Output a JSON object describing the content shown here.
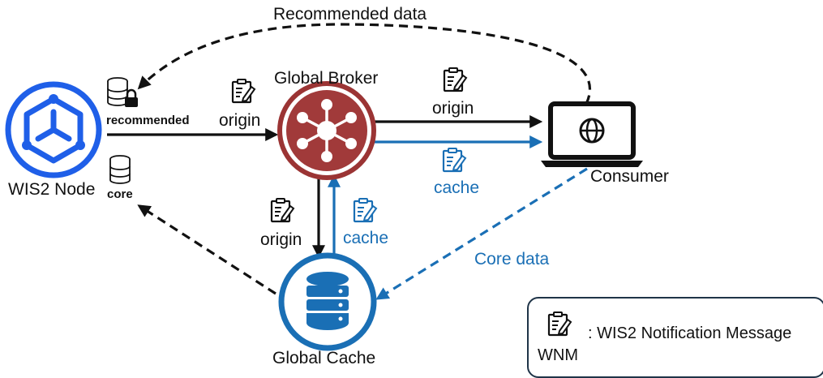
{
  "title": "Recommended data",
  "nodes": {
    "wis2_node": "WIS2 Node",
    "global_broker": "Global Broker",
    "global_cache": "Global Cache",
    "consumer": "Consumer"
  },
  "storage_labels": {
    "recommended": "recommended",
    "core": "core"
  },
  "edge_labels": {
    "node_to_broker": "origin",
    "broker_to_consumer_origin": "origin",
    "broker_to_consumer_cache": "cache",
    "broker_to_cache": "origin",
    "cache_to_broker": "cache",
    "core_data": "Core data"
  },
  "legend": {
    "description": ": WIS2 Notification Message",
    "abbreviation": "WNM"
  },
  "colors": {
    "wis2_blue": "#1f5fe8",
    "broker_red": "#9b3434",
    "cache_blue": "#1a6fb5",
    "arrow_black": "#111111"
  },
  "icons": [
    "wis2-logo-icon",
    "database-lock-icon",
    "database-icon",
    "message-clipboard-icon",
    "broker-hub-icon",
    "laptop-globe-icon",
    "cache-database-icon"
  ]
}
